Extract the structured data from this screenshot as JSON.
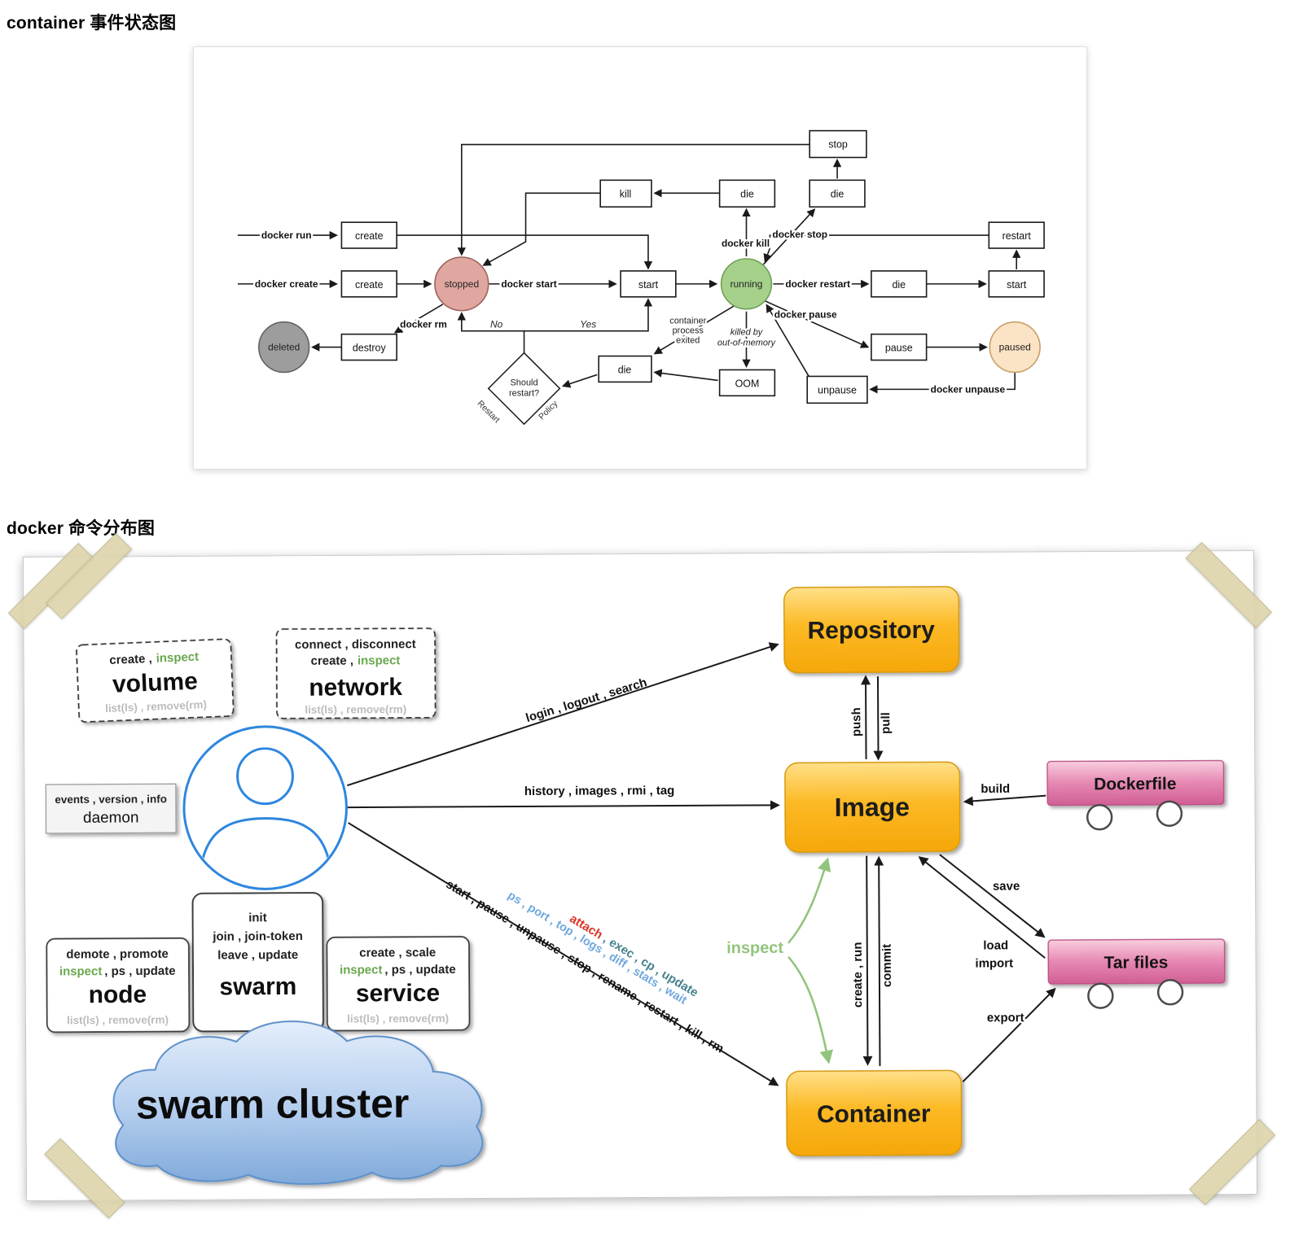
{
  "page": {
    "title_state": "container 事件状态图",
    "title_cmd": "docker 命令分布图"
  },
  "state": {
    "events": {
      "stop": "stop",
      "kill": "kill",
      "die_top": "die",
      "die_stop": "die",
      "create_run": "create",
      "create_create": "create",
      "start_main": "start",
      "die_restart": "die",
      "start_restart": "start",
      "restart": "restart",
      "pause": "pause",
      "unpause": "unpause",
      "destroy": "destroy",
      "oom": "OOM",
      "die_exit": "die"
    },
    "states": {
      "stopped": "stopped",
      "running": "running",
      "deleted": "deleted",
      "paused": "paused"
    },
    "decision": {
      "line1": "Should",
      "line2": "restart?"
    },
    "labels": {
      "docker_run": "docker run",
      "docker_create": "docker create",
      "docker_start": "docker start",
      "docker_kill": "docker kill",
      "docker_stop": "docker stop",
      "docker_restart": "docker restart",
      "docker_pause": "docker pause",
      "docker_unpause": "docker unpause",
      "docker_rm": "docker rm",
      "no": "No",
      "yes": "Yes",
      "edge_restart": "Restart",
      "edge_policy": "Policy",
      "exited_1": "container",
      "exited_2": "process",
      "exited_3": "exited",
      "oom_1": "killed by",
      "oom_2": "out-of-memory"
    }
  },
  "cmd": {
    "entities": {
      "repository": "Repository",
      "image": "Image",
      "container": "Container",
      "dockerfile": "Dockerfile",
      "tar_files": "Tar files"
    },
    "volume": {
      "row1_a": "create ,",
      "row1_b": "inspect",
      "name": "volume",
      "row3": "list(ls) , remove(rm)"
    },
    "network": {
      "row1": "connect , disconnect",
      "row2_a": "create ,",
      "row2_b": "inspect",
      "name": "network",
      "row4": "list(ls) , remove(rm)"
    },
    "daemon": {
      "row1": "events , version , info",
      "name": "daemon"
    },
    "node": {
      "row1": "demote , promote",
      "row2_a": "inspect",
      "row2_b": ", ps , update",
      "name": "node",
      "row4": "list(ls) , remove(rm)"
    },
    "swarm": {
      "row1": "init",
      "row2": "join , join-token",
      "row3": "leave , update",
      "name": "swarm"
    },
    "service": {
      "row1": "create , scale",
      "row2_a": "inspect",
      "row2_b": ", ps , update",
      "name": "service",
      "row4": "list(ls) , remove(rm)"
    },
    "cloud": "swarm cluster",
    "edges": {
      "repo": "login , logout , search",
      "image": "history , images , rmi , tag",
      "container_black": "start , pause , unpause , stop , rename , restart , kill , rm",
      "container_blue": "ps , port , top , logs , diff , stats , wait",
      "container_red": "attach",
      "container_teal": " , exec , cp , update",
      "push": "push",
      "pull": "pull",
      "create_run": "create , run",
      "commit": "commit",
      "build": "build",
      "save": "save",
      "load": "load",
      "import": "import",
      "export": "export",
      "inspect": "inspect"
    },
    "colors": {
      "orange_box": "#f9b413",
      "pink_box": "#e06fa4",
      "green": "#6aa84f",
      "light_green": "#93c47d",
      "blue_text": "#6fa8dc",
      "red_text": "#d93425",
      "teal_text": "#45818e",
      "user_blue": "#2e86de",
      "cloud_blue": "#7fa9da"
    }
  }
}
